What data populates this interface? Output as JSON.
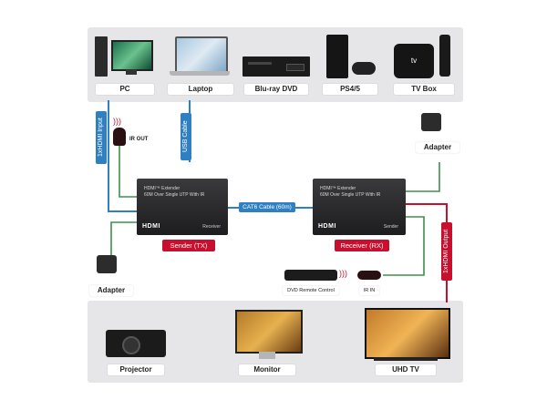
{
  "colors": {
    "blue": "#2f7fc1",
    "green": "#3d8f4a",
    "red": "#c8102e",
    "panel": "#e6e6e8"
  },
  "sources": [
    {
      "label": "PC",
      "icon": "pc-icon"
    },
    {
      "label": "Laptop",
      "icon": "laptop-icon"
    },
    {
      "label": "Blu-ray DVD",
      "icon": "bluray-player-icon"
    },
    {
      "label": "PS4/5",
      "icon": "ps4-console-icon"
    },
    {
      "label": "TV Box",
      "icon": "tv-box-icon"
    }
  ],
  "displays": [
    {
      "label": "Projector",
      "icon": "projector-icon"
    },
    {
      "label": "Monitor",
      "icon": "monitor-icon"
    },
    {
      "label": "UHD TV",
      "icon": "tv-icon"
    }
  ],
  "sender": {
    "line1": "HDMI™ Extender",
    "line2": "60M Over Single UTP With IR",
    "brand": "HDMI",
    "role": "Receiver",
    "tag": "Sender (TX)"
  },
  "receiver": {
    "line1": "HDMI™ Extender",
    "line2": "60M Over Single UTP With IR",
    "brand": "HDMI",
    "role": "Sender",
    "tag": "Receiver (RX)"
  },
  "cable_label": "CAT6 Cable (60m)",
  "hdmi_input": "1xHDMI Input",
  "usb_cable": "USB Cable",
  "hdmi_output": "1xHDMI Output",
  "ir_out": "IR OUT",
  "ir_in": "IR IN",
  "adapter_left": "Adapter",
  "adapter_right": "Adapter",
  "remote_label": "DVD Remote Control"
}
